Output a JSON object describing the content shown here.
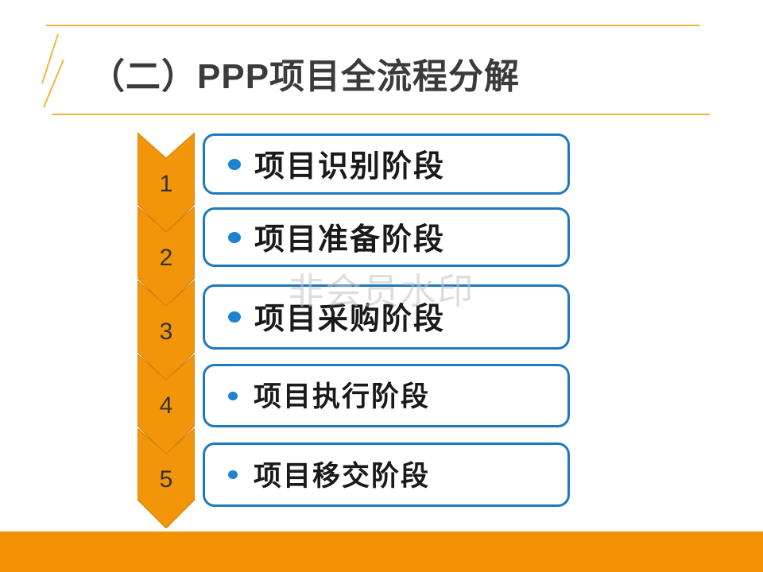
{
  "slide": {
    "title": "（二）PPP项目全流程分解",
    "watermark": "非会员水印"
  },
  "stages": [
    {
      "number": "1",
      "label": "项目识别阶段"
    },
    {
      "number": "2",
      "label": "项目准备阶段"
    },
    {
      "number": "3",
      "label": "项目采购阶段"
    },
    {
      "number": "4",
      "label": "项目执行阶段"
    },
    {
      "number": "5",
      "label": "项目移交阶段"
    }
  ],
  "colors": {
    "accent_orange": "#F2950A",
    "footer_orange": "#F39304",
    "box_border_blue": "#1E79BE",
    "bullet_blue": "#1E82D2",
    "gold_line": "#EEB240",
    "title_text": "#3B3B3B",
    "number_text": "#333333"
  }
}
